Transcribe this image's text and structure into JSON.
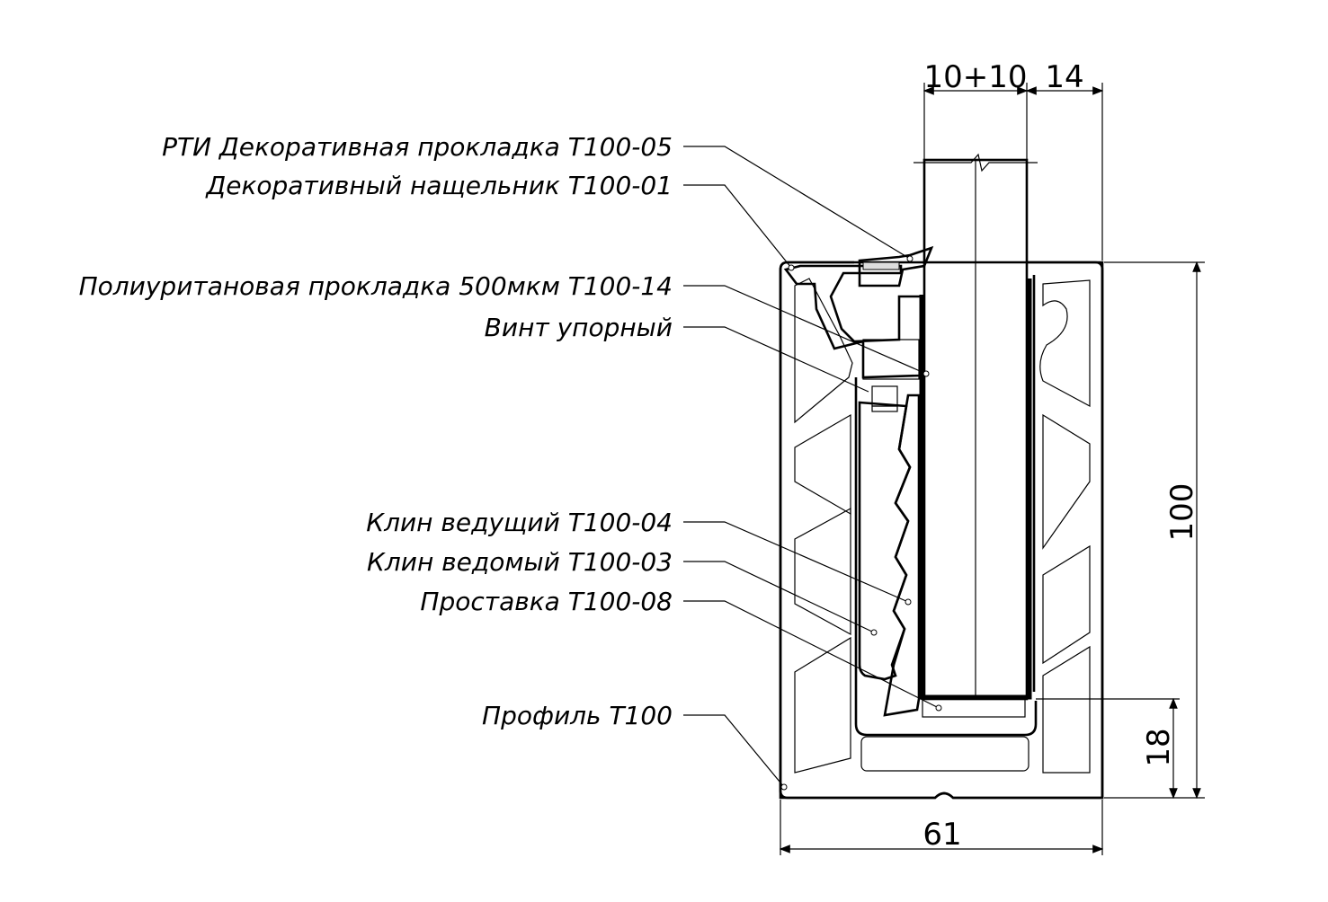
{
  "labels": {
    "gasket_decor": "РТИ Декоративная прокладка Т100-05",
    "cover_strip": "Декоративный нащельник Т100-01",
    "pu_gasket": "Полиуритановая прокладка 500мкм Т100-14",
    "stop_screw": "Винт упорный",
    "lead_wedge": "Клин ведущий Т100-04",
    "driven_wedge": "Клин ведомый Т100-03",
    "spacer": "Проставка Т100-08",
    "profile": "Профиль Т100"
  },
  "dimensions": {
    "glass": "10+10",
    "gap": "14",
    "height": "100",
    "base": "18",
    "width": "61"
  },
  "colors": {
    "line": "#000000",
    "gasket_fill": "#6b6b6b",
    "screw_fill": "#9a9a9a",
    "hatch": "#555555"
  }
}
